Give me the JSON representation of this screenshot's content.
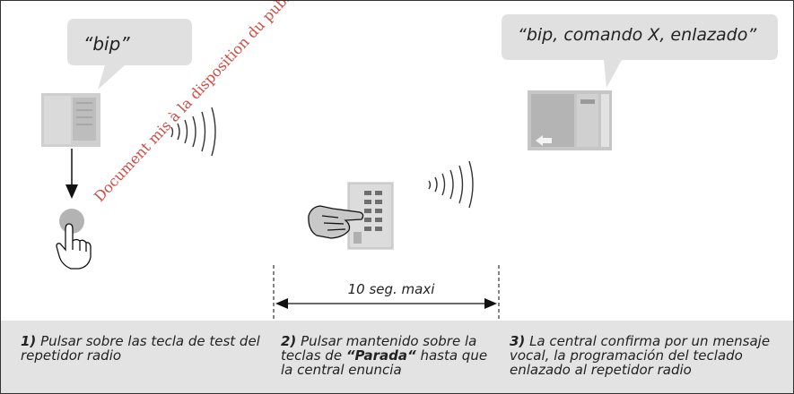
{
  "bubble_left": {
    "text": "“bip”"
  },
  "bubble_right": {
    "text": "“bip, comando X, enlazado”"
  },
  "timer": {
    "label": "10 seg. maxi"
  },
  "steps": [
    {
      "number": "1)",
      "text": " Pulsar sobre las tecla de test del repetidor radio"
    },
    {
      "number": "2)",
      "text_before": " Pulsar mantenido sobre la teclas de ",
      "emphasis": "“Parada“",
      "text_after": " hasta que la central enuncia"
    },
    {
      "number": "3)",
      "text": " La central confirma por un mensaje vocal, la programación del teclado enlazado al repetidor radio"
    }
  ],
  "watermark": {
    "text": "Document mis à la disposition du public via www.docalarme.com, de la"
  },
  "colors": {
    "caption_band": "#e3e3e3",
    "bubble": "#e0e0e0",
    "watermark": "#cd372d"
  },
  "icons": [
    "repeater-device-icon",
    "radio-waves-icon",
    "test-button-icon",
    "finger-press-icon",
    "keypad-icon",
    "hand-pointing-icon",
    "central-unit-icon",
    "double-arrow-icon"
  ]
}
